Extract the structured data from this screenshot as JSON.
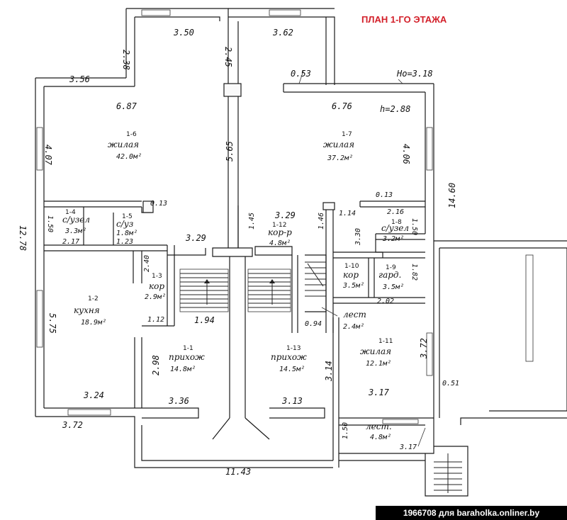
{
  "title": "ПЛАН 1-ГО ЭТАЖА",
  "watermark": "1966708 для baraholka.onliner.by",
  "height_labels": {
    "h0": "Hо=3.18",
    "h": "h=2.88"
  },
  "dimensions": {
    "top_left_width": "3.50",
    "top_right_width": "3.62",
    "left_ext_depth": "2.38",
    "right_ext_depth": "2.45",
    "left_wall_top": "3.56",
    "right_wall_gap": "0.53",
    "room6_width": "6.87",
    "room7_width": "6.76",
    "left_height_top": "4.07",
    "right_height_top": "4.06",
    "corridor_height": "5.65",
    "total_height": "12.78",
    "right_total": "14.60",
    "d_0_13_top": "0.13",
    "d_0_13_right": "0.13",
    "d_1_50_left": "1.50",
    "d_2_17": "2.17",
    "d_1_23": "1.23",
    "d_3_29_mid": "3.29",
    "d_1_45": "1.45",
    "d_3_29_right": "3.29",
    "d_1_46": "1.46",
    "d_1_14": "1.14",
    "d_2_16": "2.16",
    "d_1_50_right": "1.50",
    "d_3_30": "3.30",
    "d_1_82": "1.82",
    "d_2_02": "2.02",
    "d_2_40": "2.40",
    "d_1_12": "1.12",
    "d_1_94": "1.94",
    "d_0_94": "0.94",
    "d_5_75": "5.75",
    "d_2_98": "2.98",
    "d_3_14": "3.14",
    "d_3_72_right": "3.72",
    "d_3_17_mid": "3.17",
    "d_0_51": "0.51",
    "d_3_24": "3.24",
    "d_3_36": "3.36",
    "d_3_13": "3.13",
    "d_3_72_bottom": "3.72",
    "d_1_50_bottom": "1.50",
    "d_3_17_bottom": "3.17",
    "total_width": "11.43"
  },
  "rooms": [
    {
      "id": "1-6",
      "name": "жилая",
      "area": "42.0м²"
    },
    {
      "id": "1-7",
      "name": "жилая",
      "area": "37.2м²"
    },
    {
      "id": "1-4",
      "name": "с/узел",
      "area": "3.3м²"
    },
    {
      "id": "1-5",
      "name": "с/уз",
      "area": "1.8м²"
    },
    {
      "id": "1-12",
      "name": "кор-р",
      "area": "4.8м²"
    },
    {
      "id": "1-8",
      "name": "с/узел",
      "area": "3.2м²"
    },
    {
      "id": "1-3",
      "name": "кор",
      "area": "2.9м²"
    },
    {
      "id": "1-2",
      "name": "кухня",
      "area": "18.9м²"
    },
    {
      "id": "1-10",
      "name": "кор",
      "area": "3.5м²"
    },
    {
      "id": "1-9",
      "name": "гард.",
      "area": "3.5м²"
    },
    {
      "id": "",
      "name": "лест",
      "area": "2.4м²"
    },
    {
      "id": "1-1",
      "name": "прихож",
      "area": "14.8м²"
    },
    {
      "id": "1-13",
      "name": "прихож",
      "area": "14.5м²"
    },
    {
      "id": "1-11",
      "name": "жилая",
      "area": "12.1м²"
    },
    {
      "id": "",
      "name": "лест.",
      "area": "4.8м²"
    }
  ]
}
